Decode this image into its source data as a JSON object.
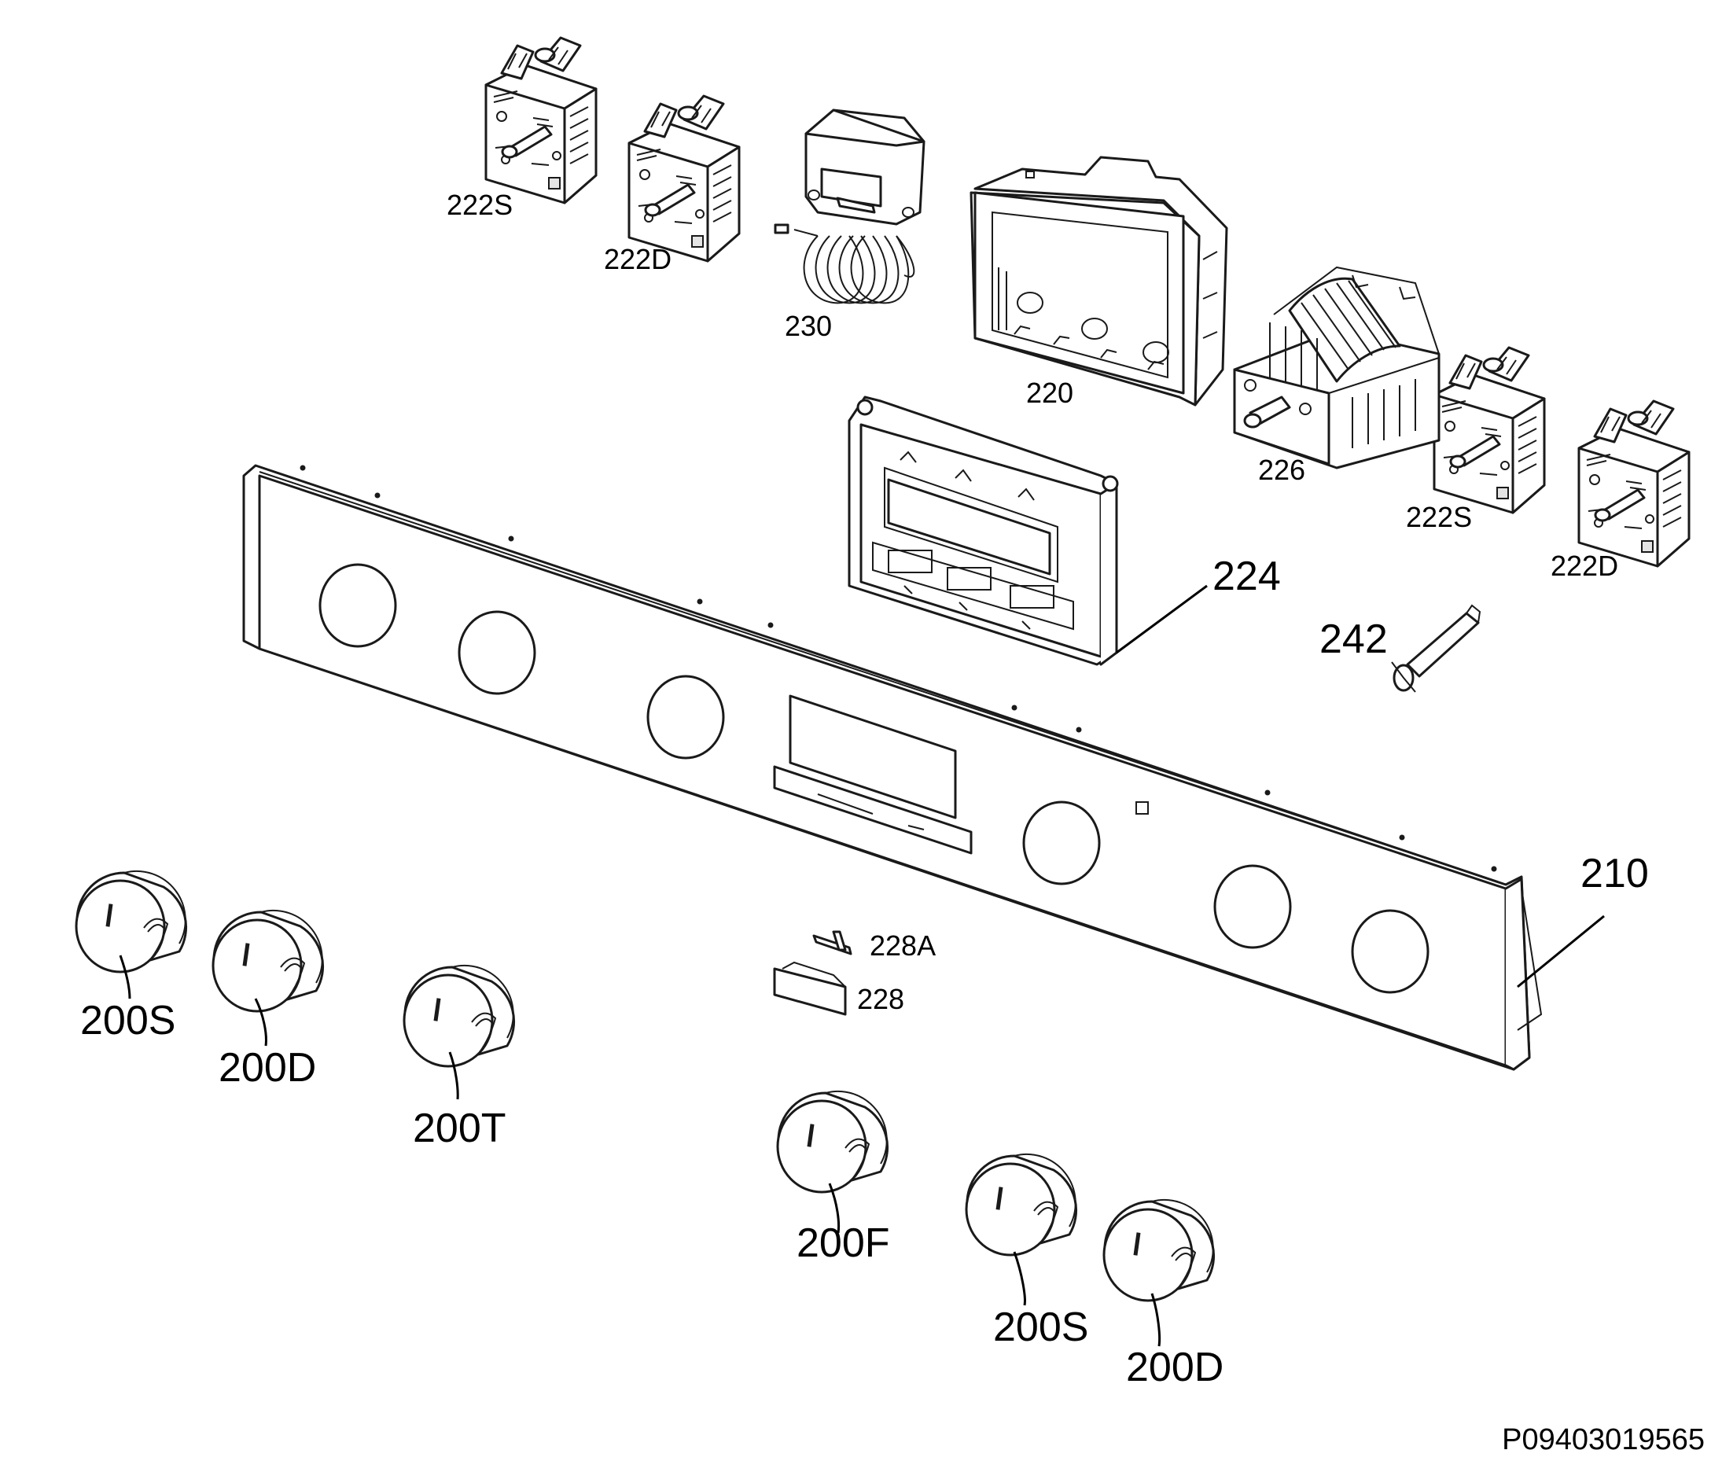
{
  "diagram": {
    "callouts": [
      {
        "id": "c1",
        "label": "222S"
      },
      {
        "id": "c2",
        "label": "222D"
      },
      {
        "id": "c3",
        "label": "230"
      },
      {
        "id": "c4",
        "label": "220"
      },
      {
        "id": "c5",
        "label": "226"
      },
      {
        "id": "c6",
        "label": "222S"
      },
      {
        "id": "c7",
        "label": "222D"
      },
      {
        "id": "c8",
        "label": "224"
      },
      {
        "id": "c9",
        "label": "242"
      },
      {
        "id": "c10",
        "label": "210"
      },
      {
        "id": "c11",
        "label": "228A"
      },
      {
        "id": "c12",
        "label": "228"
      },
      {
        "id": "c13",
        "label": "200S"
      },
      {
        "id": "c14",
        "label": "200D"
      },
      {
        "id": "c15",
        "label": "200T"
      },
      {
        "id": "c16",
        "label": "200F"
      },
      {
        "id": "c17",
        "label": "200S"
      },
      {
        "id": "c18",
        "label": "200D"
      }
    ],
    "drawing_number": "P09403019565",
    "line_color": "#1a1a1a"
  }
}
